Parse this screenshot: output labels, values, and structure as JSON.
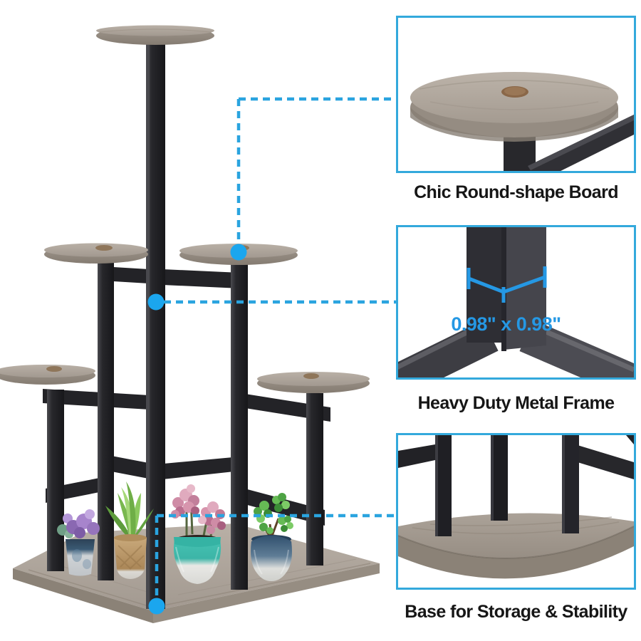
{
  "colors": {
    "accent_line": "#2AA4DF",
    "accent_dot": "#1BA6EE",
    "accent_border": "#33A9DC",
    "measurement_text": "#2598E4",
    "label_text": "#161616",
    "page_bg": "#ffffff",
    "wood_tone": "#A89F95",
    "metal_tone": "#232327"
  },
  "callouts": [
    {
      "label": "Chic Round-shape Board",
      "illustration": "round-board-closeup-icon"
    },
    {
      "label": "Heavy Duty Metal Frame",
      "measurement": "0.98\" x 0.98\"",
      "illustration": "metal-post-closeup-icon"
    },
    {
      "label": "Base for Storage & Stability",
      "illustration": "base-corner-closeup-icon"
    }
  ],
  "product": {
    "illustration": "tiered-corner-plant-stand",
    "board_count": "5",
    "potted_plant_count": "4"
  }
}
